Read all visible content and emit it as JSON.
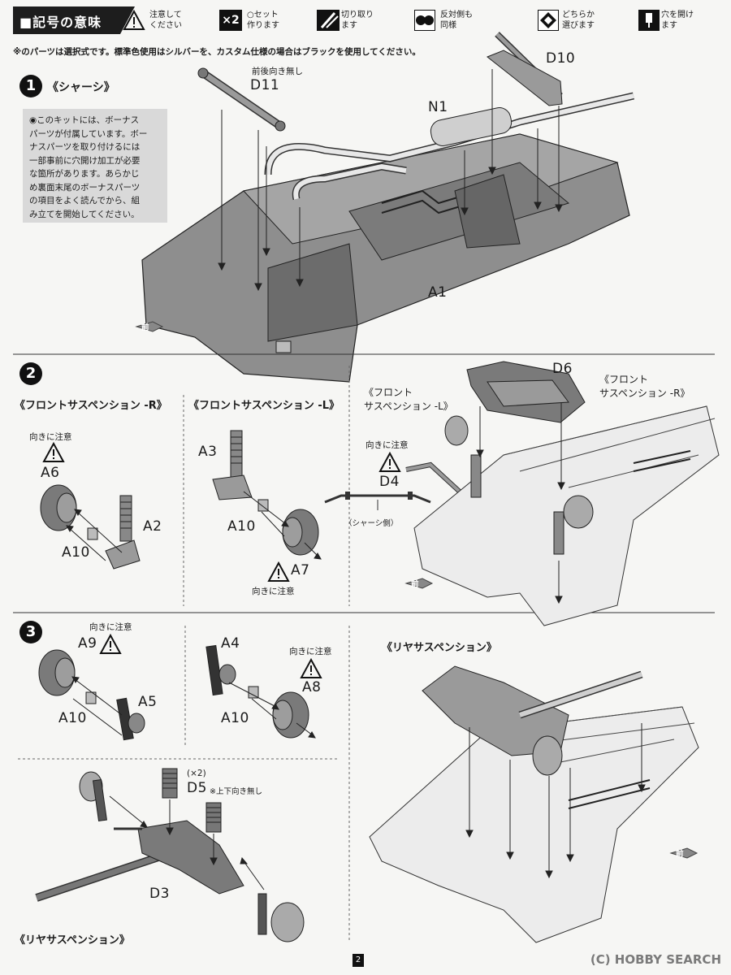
{
  "legend": {
    "title": "■記号の意味",
    "items": [
      {
        "icon": "caution-icon",
        "line1": "注意して",
        "line2": "ください"
      },
      {
        "icon": "x2-icon",
        "symbol": "×2",
        "line1": "○セット",
        "line2": "作ります"
      },
      {
        "icon": "cut-icon",
        "line1": "切り取り",
        "line2": "ます"
      },
      {
        "icon": "mirror-icon",
        "line1": "反対側も",
        "line2": "同様"
      },
      {
        "icon": "choice-icon",
        "line1": "どちらか",
        "line2": "選びます"
      },
      {
        "icon": "drill-icon",
        "line1": "穴を開け",
        "line2": "ます"
      }
    ]
  },
  "notice": "※のパーツは選択式です。標準色使用はシルバーを、カスタム仕様の場合はブラックを使用してください。",
  "step1": {
    "number": "1",
    "title": "《シャーシ》",
    "bonus_lines": [
      "◉このキットには、ボーナス",
      "パーツが付属しています。ボー",
      "ナスパーツを取り付けるには",
      "一部事前に穴開け加工が必要",
      "な箇所があります。あらかじ",
      "め裏面末尾のボーナスパーツ",
      "の項目をよく読んでから、組",
      "み立てを開始してください。"
    ],
    "d11_note": "前後向き無し",
    "d11": "D11",
    "n1": "N1",
    "d10": "D10",
    "a1": "A1",
    "front": "前"
  },
  "step2": {
    "number": "2",
    "title_r": "《フロントサスペンション -R》",
    "title_l": "《フロントサスペンション -L》",
    "caution": "向きに注意",
    "a6": "A6",
    "a2": "A2",
    "a10_r": "A10",
    "a3": "A3",
    "a10_l": "A10",
    "a7": "A7",
    "caution_a7": "向きに注意",
    "fl_line1": "《フロント",
    "fl_line2": "サスペンション -L》",
    "d6": "D6",
    "fr_line1": "《フロント",
    "fr_line2": "サスペンション -R》",
    "caution_d4": "向きに注意",
    "d4": "D4",
    "chassis_side": "（シャーシ側）",
    "front": "前"
  },
  "step3": {
    "number": "3",
    "caution_a9": "向きに注意",
    "a9": "A9",
    "a5": "A5",
    "a10_a": "A10",
    "a4": "A4",
    "caution_a8": "向きに注意",
    "a8": "A8",
    "a10_b": "A10",
    "rear_title_top": "《リヤサスペンション》",
    "x2": "(×2)",
    "d5": "D5",
    "d5_note": "※上下向き無し",
    "d3": "D3",
    "rear_title_bottom": "《リヤサスペンション》",
    "front": "前"
  },
  "page_number": "2",
  "watermark": "(C) HOBBY SEARCH"
}
